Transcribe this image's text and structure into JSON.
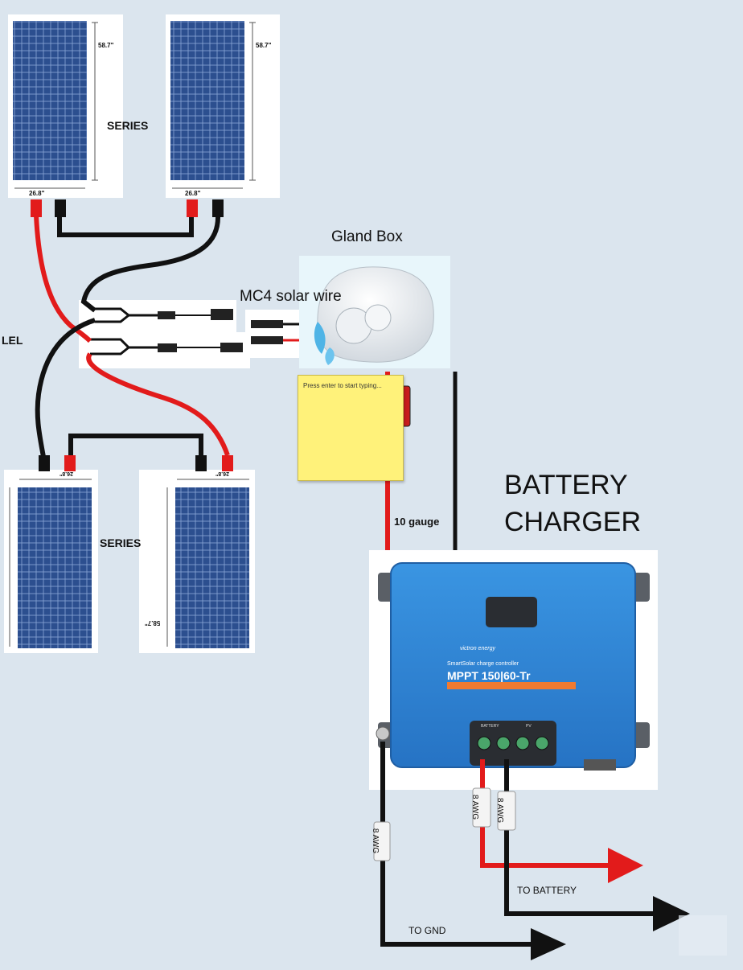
{
  "labels": {
    "series_top": "SERIES",
    "series_bottom": "SERIES",
    "parallel_fragment": "LEL",
    "gland_box": "Gland Box",
    "mc4_wire": "MC4 solar wire",
    "battery_charger_line1": "BATTERY",
    "battery_charger_line2": "CHARGER",
    "ten_gauge": "10 gauge",
    "awg_gnd": "8 AWG",
    "awg_batt_pos": "8 AWG",
    "awg_batt_neg": "8 AWG",
    "to_battery": "TO BATTERY",
    "to_gnd": "TO GND",
    "panel_height": "58.7\"",
    "panel_width": "26.8\""
  },
  "sticky_note": {
    "text": "Press enter to start typing..."
  },
  "controller": {
    "brand": "victron energy",
    "subtitle": "SmartSolar charge controller",
    "model": "MPPT 150|60-Tr",
    "terminal_battery": "BATTERY",
    "terminal_pv": "PV"
  },
  "colors": {
    "positive_wire": "#e21b1b",
    "negative_wire": "#111111",
    "panel_cell": "#2c4f8f",
    "controller_blue": "#2f86d6",
    "background": "#dbe5ee"
  }
}
